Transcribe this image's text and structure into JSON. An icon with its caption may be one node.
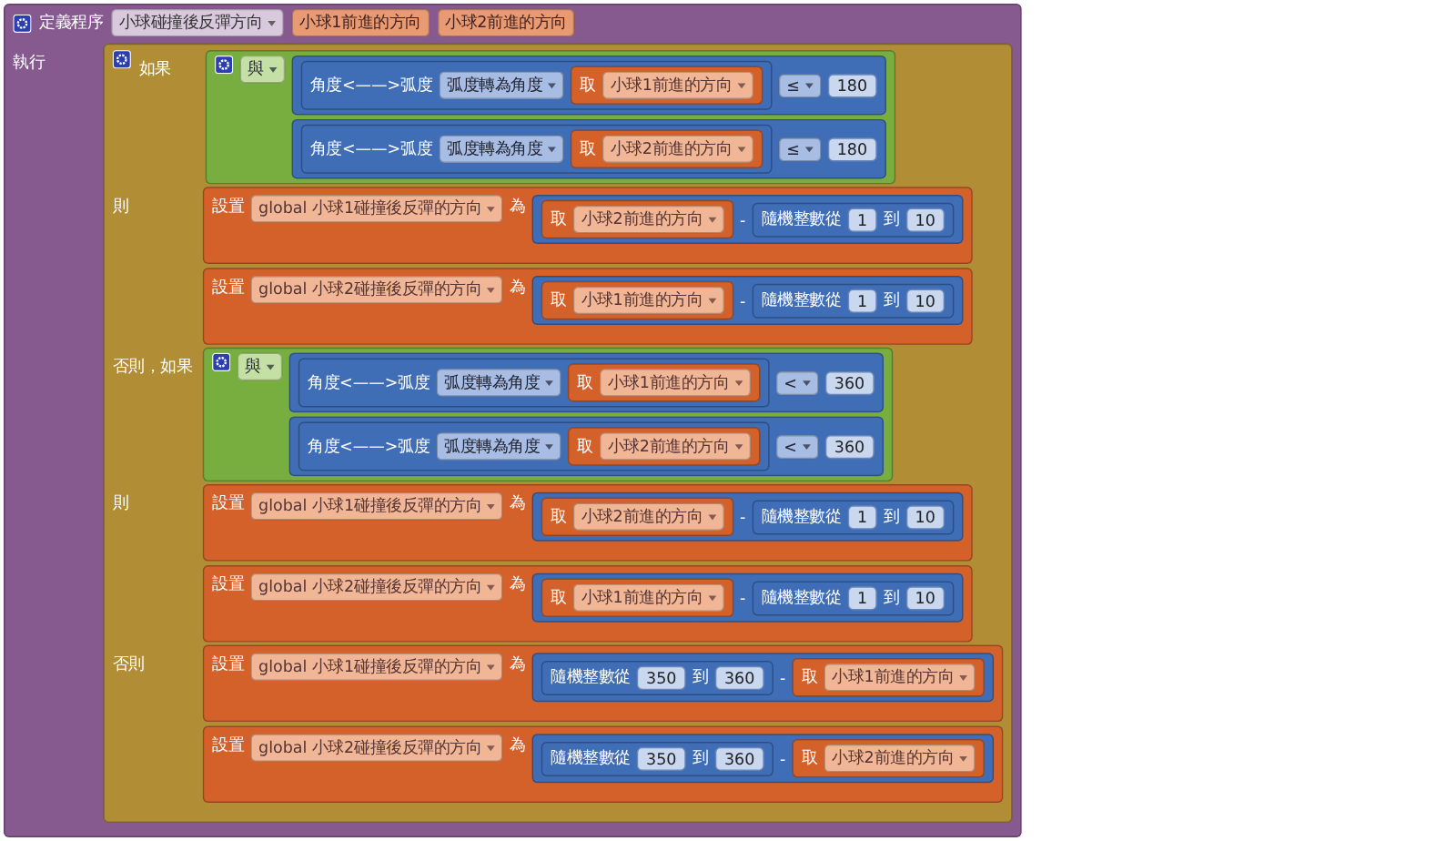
{
  "diagram": {
    "nodes": [
      {
        "text": [
          "定義程序",
          "小球碰撞後反彈方向",
          "小球1前進的方向",
          "小球2前進的方向",
          "執行"
        ]
      },
      {
        "text": [
          "如果",
          "則",
          "否則，如果",
          "則",
          "否則"
        ],
        "in": 0
      },
      {
        "text": [
          "與"
        ],
        "in": 1
      },
      {
        "text": [
          "≤"
        ],
        "in": 2
      },
      {
        "text": [
          "角度<——>弧度",
          "弧度轉為角度"
        ],
        "in": 3
      },
      {
        "text": [
          "取",
          "小球1前進的方向"
        ],
        "in": 4
      },
      {
        "text": [
          "180"
        ],
        "in": 3
      },
      {
        "text": [
          "≤"
        ],
        "in": 2
      },
      {
        "text": [
          "角度<——>弧度",
          "弧度轉為角度"
        ],
        "in": 7
      },
      {
        "text": [
          "取",
          "小球2前進的方向"
        ],
        "in": 8
      },
      {
        "text": [
          "180"
        ],
        "in": 7
      },
      {
        "text": [
          "設置",
          "global 小球1碰撞後反彈的方向",
          "為"
        ],
        "in": 1
      },
      {
        "text": [
          "-"
        ],
        "in": 11
      },
      {
        "text": [
          "取",
          "小球2前進的方向"
        ],
        "in": 12
      },
      {
        "text": [
          "隨機整數從",
          "到"
        ],
        "in": 12
      },
      {
        "text": [
          "1"
        ],
        "in": 14
      },
      {
        "text": [
          "10"
        ],
        "in": 14
      },
      {
        "text": [
          "設置",
          "global 小球2碰撞後反彈的方向",
          "為"
        ],
        "in": 1
      },
      {
        "text": [
          "-"
        ],
        "in": 17
      },
      {
        "text": [
          "取",
          "小球1前進的方向"
        ],
        "in": 18
      },
      {
        "text": [
          "隨機整數從",
          "到"
        ],
        "in": 18
      },
      {
        "text": [
          "1"
        ],
        "in": 20
      },
      {
        "text": [
          "10"
        ],
        "in": 20
      },
      {
        "text": [
          "與"
        ],
        "in": 1
      },
      {
        "text": [
          "<"
        ],
        "in": 23
      },
      {
        "text": [
          "角度<——>弧度",
          "弧度轉為角度"
        ],
        "in": 24
      },
      {
        "text": [
          "取",
          "小球1前進的方向"
        ],
        "in": 25
      },
      {
        "text": [
          "360"
        ],
        "in": 24
      },
      {
        "text": [
          "<"
        ],
        "in": 23
      },
      {
        "text": [
          "角度<——>弧度",
          "弧度轉為角度"
        ],
        "in": 28
      },
      {
        "text": [
          "取",
          "小球2前進的方向"
        ],
        "in": 29
      },
      {
        "text": [
          "360"
        ],
        "in": 28
      },
      {
        "text": [
          "設置",
          "global 小球1碰撞後反彈的方向",
          "為"
        ],
        "in": 1
      },
      {
        "text": [
          "-"
        ],
        "in": 32
      },
      {
        "text": [
          "取",
          "小球2前進的方向"
        ],
        "in": 33
      },
      {
        "text": [
          "隨機整數從",
          "到"
        ],
        "in": 33
      },
      {
        "text": [
          "1"
        ],
        "in": 35
      },
      {
        "text": [
          "10"
        ],
        "in": 35
      },
      {
        "text": [
          "設置",
          "global 小球2碰撞後反彈的方向",
          "為"
        ],
        "in": 1
      },
      {
        "text": [
          "-"
        ],
        "in": 38
      },
      {
        "text": [
          "取",
          "小球1前進的方向"
        ],
        "in": 39
      },
      {
        "text": [
          "隨機整數從",
          "到"
        ],
        "in": 39
      },
      {
        "text": [
          "1"
        ],
        "in": 41
      },
      {
        "text": [
          "10"
        ],
        "in": 41
      },
      {
        "text": [
          "設置",
          "global 小球1碰撞後反彈的方向",
          "為"
        ],
        "in": 1
      },
      {
        "text": [
          "-"
        ],
        "in": 44
      },
      {
        "text": [
          "隨機整數從",
          "到"
        ],
        "in": 45
      },
      {
        "text": [
          "350"
        ],
        "in": 46
      },
      {
        "text": [
          "360"
        ],
        "in": 46
      },
      {
        "text": [
          "取",
          "小球1前進的方向"
        ],
        "in": 45
      },
      {
        "text": [
          "設置",
          "global 小球2碰撞後反彈的方向",
          "為"
        ],
        "in": 1
      },
      {
        "text": [
          "-"
        ],
        "in": 50
      },
      {
        "text": [
          "隨機整數從",
          "到"
        ],
        "in": 51
      },
      {
        "text": [
          "350"
        ],
        "in": 52
      },
      {
        "text": [
          "360"
        ],
        "in": 52
      },
      {
        "text": [
          "取",
          "小球2前進的方向"
        ],
        "in": 51
      }
    ]
  }
}
